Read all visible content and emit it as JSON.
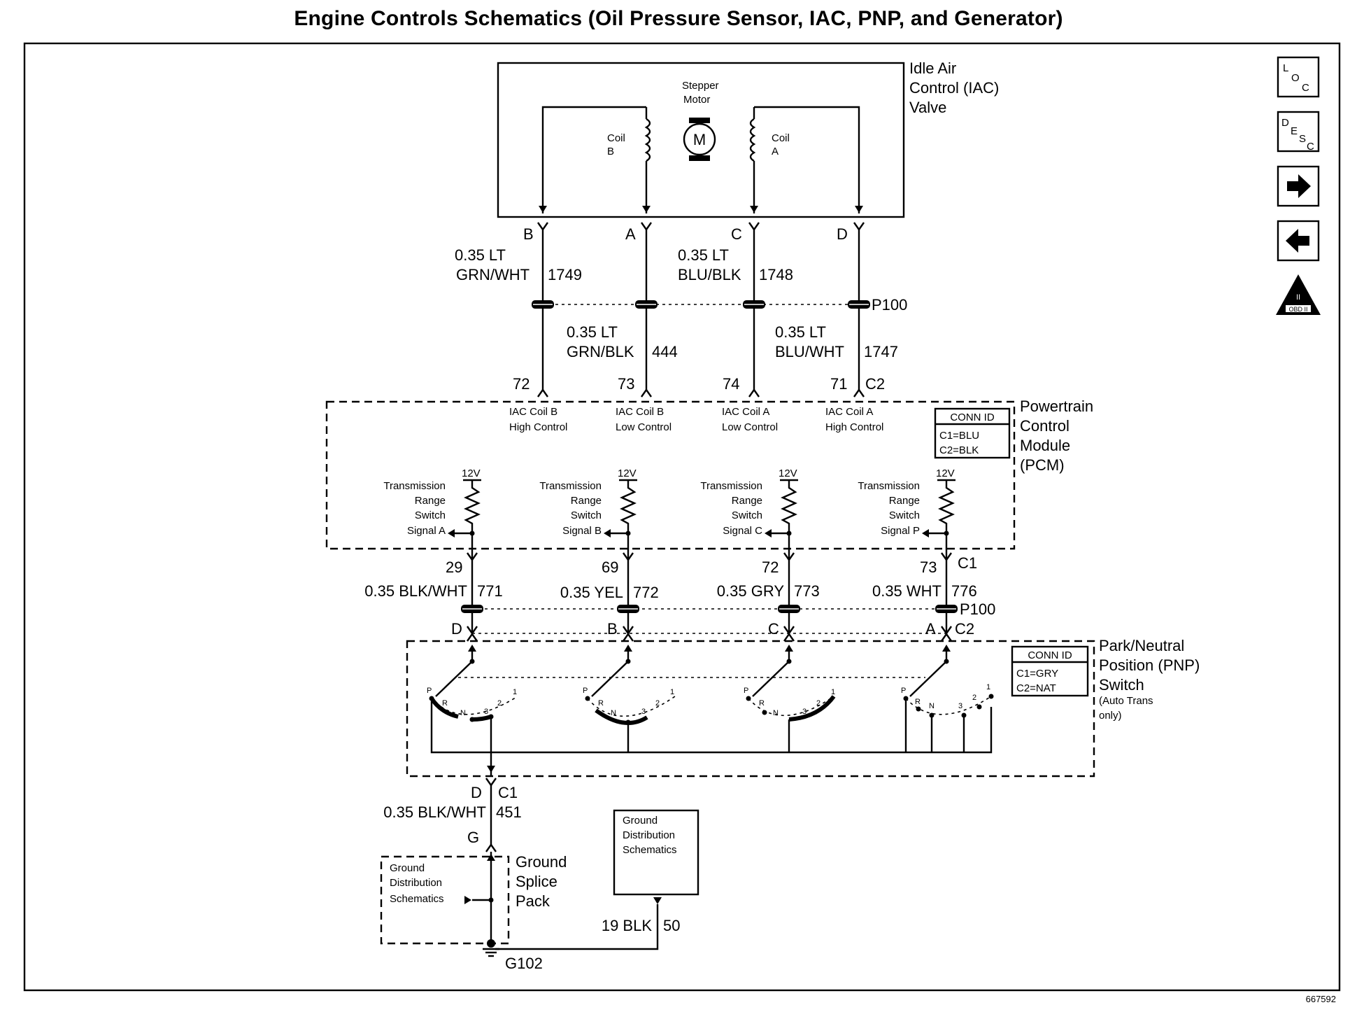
{
  "title": "Engine Controls Schematics (Oil Pressure Sensor, IAC, PNP, and Generator)",
  "ref_number": "667592",
  "iac": {
    "name1": "Idle Air",
    "name2": "Control (IAC)",
    "name3": "Valve",
    "motor_label1": "Stepper",
    "motor_label2": "Motor",
    "motor_symbol": "M",
    "coil_b1": "Coil",
    "coil_b2": "B",
    "coil_a1": "Coil",
    "coil_a2": "A",
    "pins": [
      "B",
      "A",
      "C",
      "D"
    ]
  },
  "upper_wires": [
    {
      "gauge": "0.35 LT",
      "color": "GRN/WHT",
      "circuit": "1749"
    },
    {
      "gauge": "0.35 LT",
      "color": "GRN/BLK",
      "circuit": "444"
    },
    {
      "gauge": "0.35 LT",
      "color": "BLU/BLK",
      "circuit": "1748"
    },
    {
      "gauge": "0.35 LT",
      "color": "BLU/WHT",
      "circuit": "1747"
    }
  ],
  "p100": "P100",
  "pcm": {
    "name1": "Powertrain",
    "name2": "Control",
    "name3": "Module",
    "name4": "(PCM)",
    "c2_pins": [
      "72",
      "73",
      "74",
      "71"
    ],
    "c2_label": "C2",
    "c1_pins": [
      "29",
      "69",
      "72",
      "73"
    ],
    "c1_label": "C1",
    "coil_labels": [
      [
        "IAC Coil B",
        "High Control"
      ],
      [
        "IAC Coil B",
        "Low Control"
      ],
      [
        "IAC Coil A",
        "Low Control"
      ],
      [
        "IAC Coil A",
        "High Control"
      ]
    ],
    "conn_id": {
      "title": "CONN ID",
      "line1": "C1=BLU",
      "line2": "C2=BLK"
    },
    "volt": "12V",
    "trs": [
      [
        "Transmission",
        "Range",
        "Switch",
        "Signal A"
      ],
      [
        "Transmission",
        "Range",
        "Switch",
        "Signal B"
      ],
      [
        "Transmission",
        "Range",
        "Switch",
        "Signal C"
      ],
      [
        "Transmission",
        "Range",
        "Switch",
        "Signal P"
      ]
    ]
  },
  "lower_wires": [
    {
      "label": "0.35 BLK/WHT",
      "circuit": "771"
    },
    {
      "label": "0.35 YEL",
      "circuit": "772"
    },
    {
      "label": "0.35 GRY",
      "circuit": "773"
    },
    {
      "label": "0.35 WHT",
      "circuit": "776"
    }
  ],
  "pnp": {
    "name1": "Park/Neutral",
    "name2": "Position (PNP)",
    "name3": "Switch",
    "note1": "(Auto Trans",
    "note2": "only)",
    "c2_pins": [
      "D",
      "B",
      "C",
      "A"
    ],
    "c2_label": "C2",
    "conn_id": {
      "title": "CONN ID",
      "line1": "C1=GRY",
      "line2": "C2=NAT"
    },
    "positions": [
      "P",
      "R",
      "N",
      "3",
      "2",
      "1"
    ],
    "out_pin": "D",
    "out_conn": "C1"
  },
  "ground_wire": {
    "label": "0.35 BLK/WHT",
    "circuit": "451",
    "pin": "G"
  },
  "splice": {
    "name1": "Ground",
    "name2": "Splice",
    "name3": "Pack",
    "ref1": "Ground",
    "ref2": "Distribution",
    "ref3": "Schematics"
  },
  "gds_box": {
    "line1": "Ground",
    "line2": "Distribution",
    "line3": "Schematics"
  },
  "blk_wire": {
    "label": "19 BLK",
    "circuit": "50"
  },
  "ground_point": "G102",
  "nav": {
    "loc": "LOC",
    "desc": "DESC",
    "next": "next-arrow",
    "prev": "prev-arrow",
    "obd": "OBD II"
  }
}
